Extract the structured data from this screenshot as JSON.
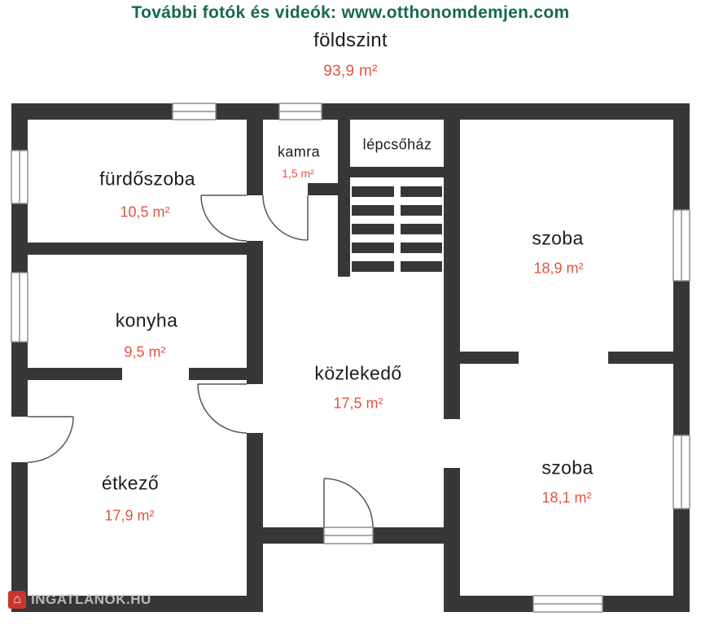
{
  "header": {
    "promo": "További fotók és videók: www.otthonomdemjen.com",
    "floor": "földszint",
    "total_area": "93,9 m²"
  },
  "rooms": [
    {
      "name": "fürdőszoba",
      "area": "10,5 m²"
    },
    {
      "name": "kamra",
      "area": "1,5 m²"
    },
    {
      "name": "lépcsőház"
    },
    {
      "name": "szoba",
      "area": "18,9 m²"
    },
    {
      "name": "konyha",
      "area": "9,5 m²"
    },
    {
      "name": "közlekedő",
      "area": "17,5 m²"
    },
    {
      "name": "étkező",
      "area": "17,9 m²"
    },
    {
      "name": "szoba",
      "area": "18,1 m²"
    }
  ],
  "watermark": {
    "text": "INGATLANOK.HU",
    "icon": "house-icon",
    "icon_glyph": "⌂"
  },
  "colors": {
    "wall": "#373737",
    "header_green": "#166a4e",
    "area_red": "#e2543f",
    "room_text": "#1d1d1f",
    "watermark_red": "#c9342c"
  }
}
